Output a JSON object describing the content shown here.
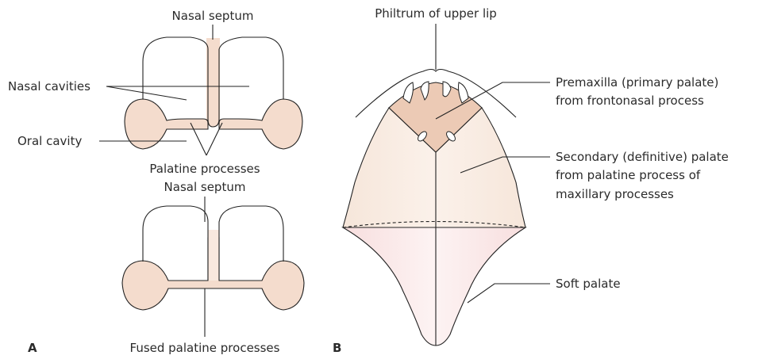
{
  "panel_a": {
    "tag": "A",
    "top": {
      "nasal_septum": "Nasal septum",
      "nasal_cavities": "Nasal cavities",
      "oral_cavity": "Oral cavity",
      "palatine_processes": "Palatine processes"
    },
    "bottom": {
      "nasal_septum": "Nasal septum",
      "fused_palatine_processes": "Fused palatine processes"
    }
  },
  "panel_b": {
    "tag": "B",
    "philtrum": "Philtrum of upper lip",
    "premaxilla_line1": "Premaxilla (primary palate)",
    "premaxilla_line2": "from frontonasal process",
    "secondary_line1": "Secondary (definitive) palate",
    "secondary_line2": "from palatine process of",
    "secondary_line3": "maxillary processes",
    "soft_palate": "Soft palate"
  },
  "colors": {
    "tissue": "#f4dccd",
    "outline": "#222222"
  }
}
